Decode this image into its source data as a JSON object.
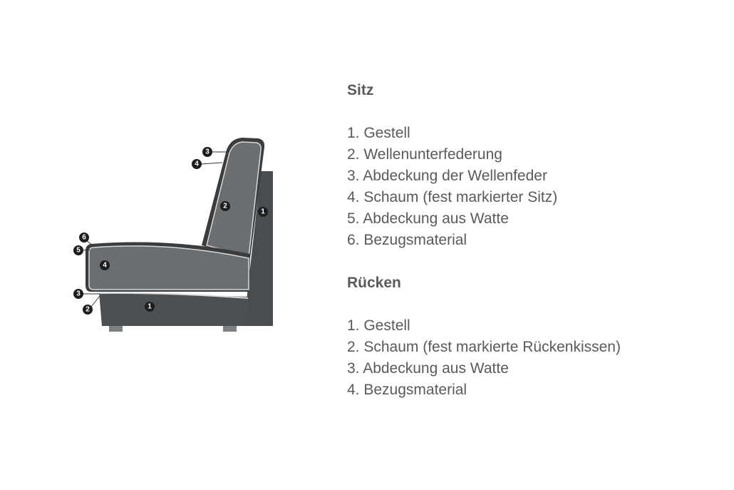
{
  "diagram": {
    "colors": {
      "frame": "#4a4d50",
      "cushion": "#6b6e71",
      "outline": "#2f3133",
      "leg": "#7d8083",
      "marker": "#1e1e1e"
    },
    "markers": {
      "back_frame": "1",
      "back_cushion": "2",
      "back_3": "3",
      "back_4": "4",
      "seat_6": "6",
      "seat_5": "5",
      "seat_4": "4",
      "seat_3": "3",
      "seat_2": "2",
      "base_1": "1"
    }
  },
  "sitz": {
    "title": "Sitz",
    "items": [
      "1. Gestell",
      "2. Wellenunterfederung",
      "3. Abdeckung der Wellenfeder",
      "4. Schaum (fest markierter Sitz)",
      "5. Abdeckung aus Watte",
      "6. Bezugsmaterial"
    ]
  },
  "ruecken": {
    "title": "Rücken",
    "items": [
      "1. Gestell",
      "2. Schaum (fest markierte Rückenkissen)",
      "3. Abdeckung aus Watte",
      "4. Bezugsmaterial"
    ]
  }
}
